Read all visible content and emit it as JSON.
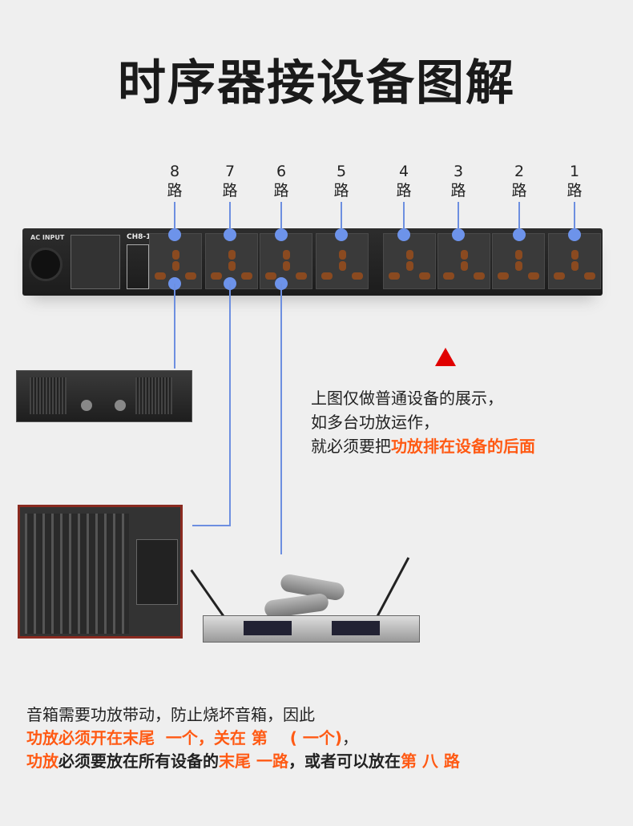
{
  "title": "时序器接设备图解",
  "channels": [
    {
      "n": "8",
      "u": "路"
    },
    {
      "n": "7",
      "u": "路"
    },
    {
      "n": "6",
      "u": "路"
    },
    {
      "n": "5",
      "u": "路"
    },
    {
      "n": "4",
      "u": "路"
    },
    {
      "n": "3",
      "u": "路"
    },
    {
      "n": "2",
      "u": "路"
    },
    {
      "n": "1",
      "u": "路"
    }
  ],
  "rack": {
    "ac_input": "AC INPUT",
    "model": "CH8-1"
  },
  "note": {
    "line1": "上图仅做普通设备的展示，",
    "line2": "如多台功放运作，",
    "line3_a": "就必须要把",
    "line3_b": "功放排在设备的后面"
  },
  "bottom": {
    "line1": "音箱需要功放带动，防止烧坏音箱，因此",
    "line2_a": "功放必须开在末尾  一个，关在 第    ( 一个)",
    "line2_b": "，",
    "line3_a": "功放",
    "line3_b": "必须要放在所有设备的",
    "line3_c": "末尾 一路",
    "line3_d": "，或者可以放在",
    "line3_e": "第 八 路"
  },
  "colors": {
    "accent": "#ff5a14",
    "line": "#6d8fe0",
    "triangle": "#e00000"
  }
}
